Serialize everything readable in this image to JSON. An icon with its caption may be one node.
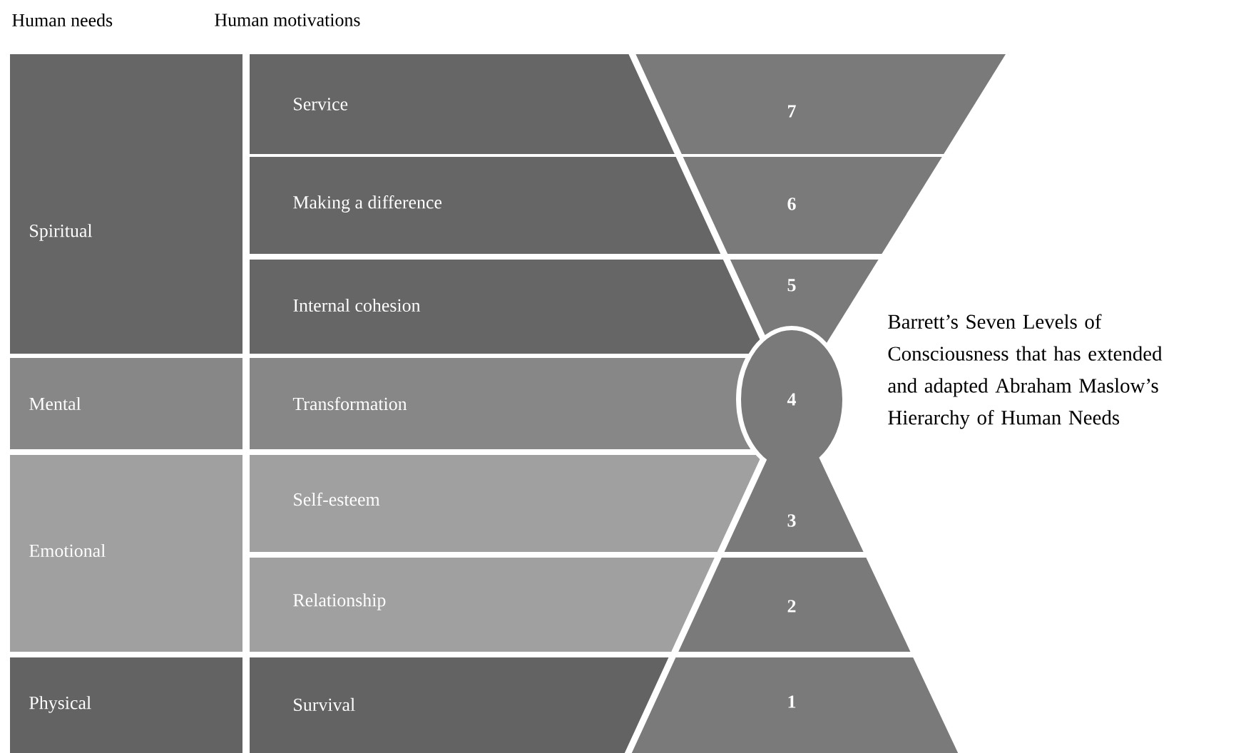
{
  "diagram": {
    "nodes": [
      {
        "text": [
          "Spiritual"
        ]
      },
      {
        "text": [
          "Mental"
        ]
      },
      {
        "text": [
          "Emotional"
        ]
      },
      {
        "text": [
          "Physical"
        ]
      },
      {
        "text": [
          "Service"
        ]
      },
      {
        "text": [
          "Making a difference"
        ]
      },
      {
        "text": [
          "Internal cohesion"
        ]
      },
      {
        "text": [
          "Transformation"
        ]
      },
      {
        "text": [
          "Self-esteem"
        ]
      },
      {
        "text": [
          "Relationship"
        ]
      },
      {
        "text": [
          "Survival"
        ]
      },
      {
        "text": [
          "7"
        ]
      },
      {
        "text": [
          "6"
        ]
      },
      {
        "text": [
          "5"
        ]
      },
      {
        "text": [
          "4"
        ]
      },
      {
        "text": [
          "3"
        ]
      },
      {
        "text": [
          "2"
        ]
      },
      {
        "text": [
          "1"
        ]
      }
    ],
    "labels": [
      "Human needs",
      "Human motivations",
      "Barrett’s Seven Levels of Consciousness that has extended and adapted Abraham Maslow’s Hierarchy of Human Needs"
    ]
  }
}
